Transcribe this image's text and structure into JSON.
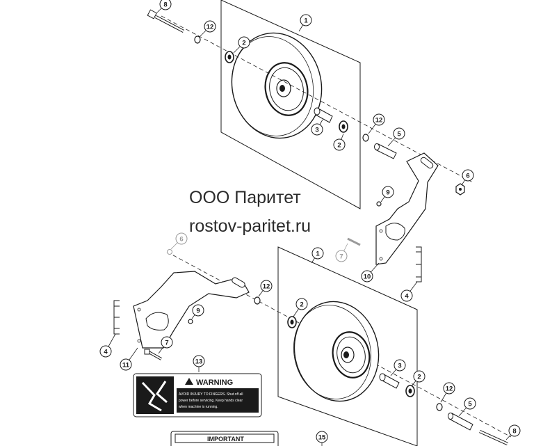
{
  "watermark": {
    "line1": "ООО Паритет",
    "line2": "rostov-paritet.ru"
  },
  "callouts": {
    "c1_top": "1",
    "c8_top": "8",
    "c12_top": "12",
    "c2_top_a": "2",
    "c3_top": "3",
    "c2_top_b": "2",
    "c12_top_b": "12",
    "c5_top": "5",
    "c6_right": "6",
    "c9_right": "9",
    "c7_right": "7",
    "c10": "10",
    "c4_right": "4",
    "c6_left": "6",
    "c1_bottom": "1",
    "c12_left": "12",
    "c2_bottom_a": "2",
    "c9_left": "9",
    "c4_left": "4",
    "c7_left": "7",
    "c11": "11",
    "c13": "13",
    "c3_bottom": "3",
    "c2_bottom_b": "2",
    "c12_bottom": "12",
    "c5_bottom": "5",
    "c8_bottom": "8",
    "c15": "15"
  },
  "labels": {
    "warning_title": "WARNING",
    "warning_line1": "AVOID INJURY TO FINGERS. Shut off all",
    "warning_line2": "power before servicing. Keep hands clear",
    "warning_line3": "when machine is running.",
    "important_title": "IMPORTANT"
  },
  "colors": {
    "line": "#1a1a1a",
    "faded": "#9a9a9a",
    "label_dark": "#1a1a1a"
  }
}
